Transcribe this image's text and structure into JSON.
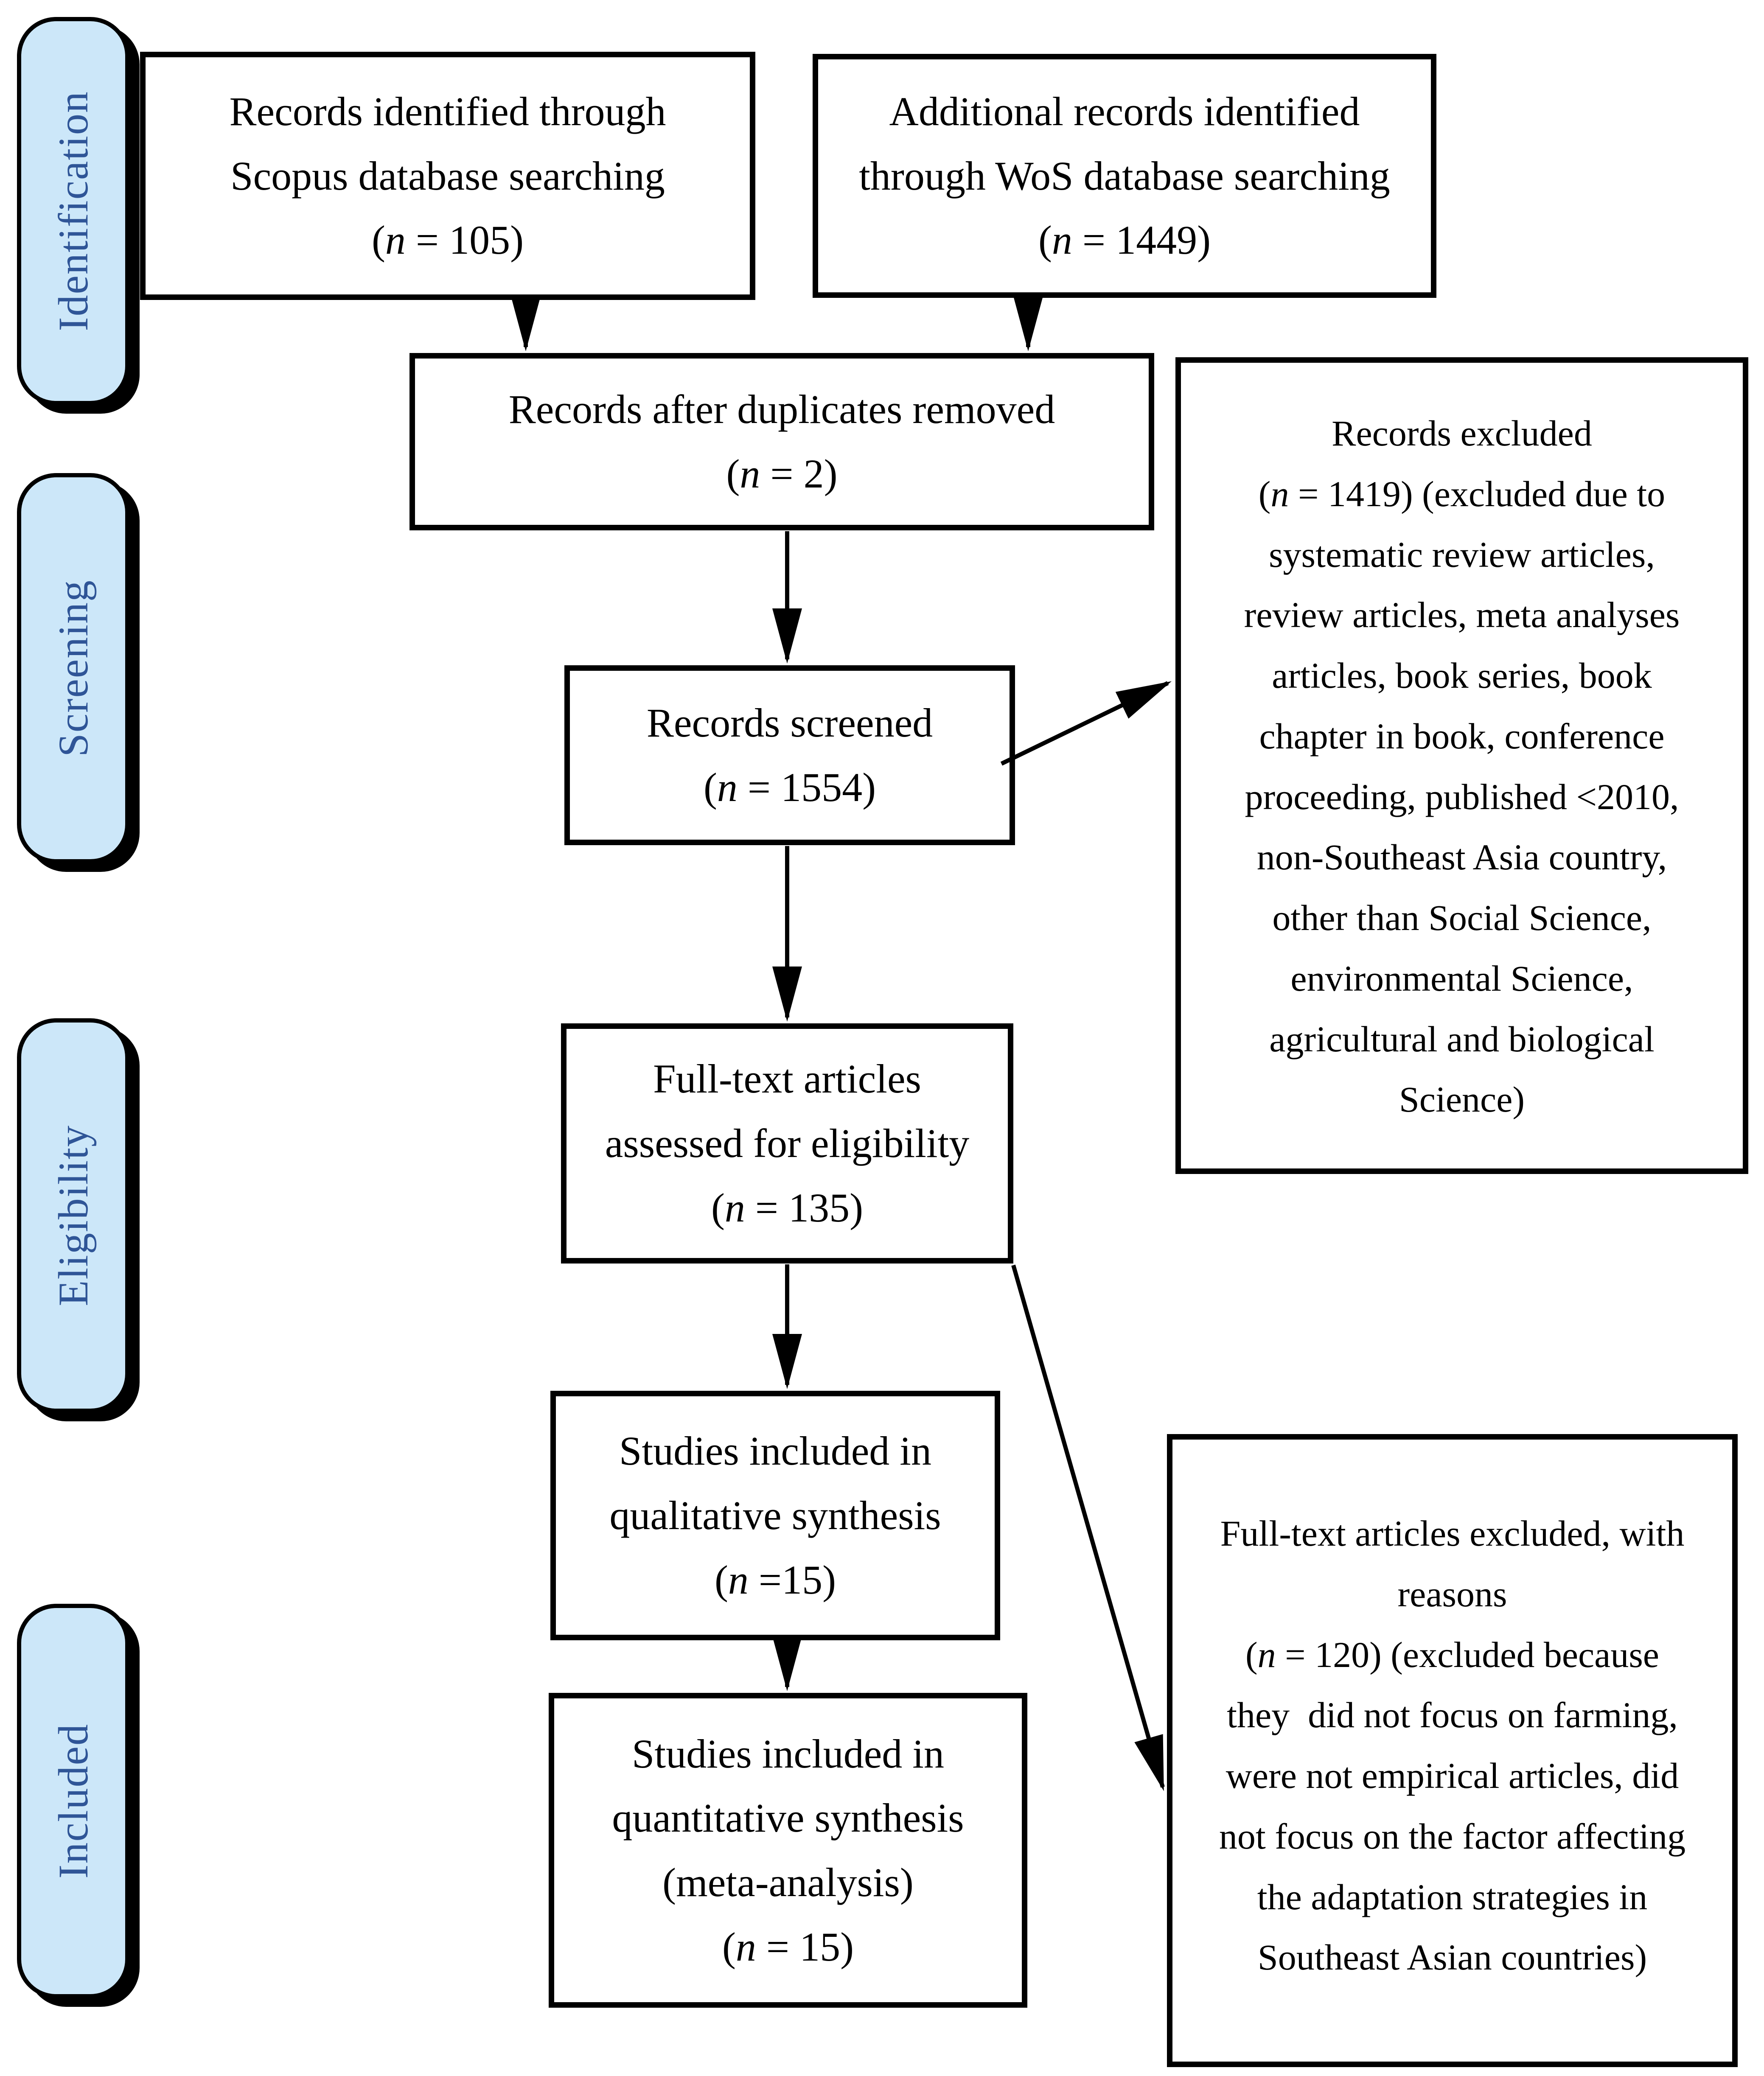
{
  "figure": {
    "type": "prisma-flow-diagram",
    "colors": {
      "stage_fill": "#cce7f9",
      "stage_text": "#2F5597",
      "box_border": "#000000",
      "background": "#ffffff"
    },
    "stages": [
      {
        "label": "Identification"
      },
      {
        "label": "Screening"
      },
      {
        "label": "Eligibility"
      },
      {
        "label": "Included"
      }
    ],
    "boxes": {
      "scopus": {
        "lines": [
          "Records identified through",
          "Scopus database searching",
          "(n = 105)"
        ]
      },
      "wos": {
        "lines": [
          "Additional records identified",
          "through WoS database searching",
          "(n = 1449)"
        ]
      },
      "duplicates": {
        "lines": [
          "Records after duplicates removed",
          "(n = 2)"
        ]
      },
      "screened": {
        "lines": [
          "Records screened",
          "(n = 1554)"
        ]
      },
      "records_excluded": {
        "lines": [
          "Records excluded",
          "(n = 1419) (excluded due to",
          "systematic review articles,",
          "review articles, meta analyses",
          "articles, book series, book",
          "chapter in book, conference",
          "proceeding, published <2010,",
          "non-Southeast Asia country,",
          "other than Social Science,",
          "environmental Science,",
          "agricultural and biological",
          "Science)"
        ]
      },
      "fulltext_assessed": {
        "lines": [
          "Full-text articles",
          "assessed for eligibility",
          "(n = 135)"
        ]
      },
      "qualitative": {
        "lines": [
          "Studies included in",
          "qualitative synthesis",
          "(n =15)"
        ]
      },
      "quantitative": {
        "lines": [
          "Studies included in",
          "quantitative synthesis",
          "(meta-analysis)",
          "(n = 15)"
        ]
      },
      "fulltext_excluded": {
        "lines": [
          "Full-text articles excluded, with",
          "reasons",
          "(n = 120) (excluded because",
          "they  did not focus on farming,",
          "were not empirical articles, did",
          "not focus on the factor affecting",
          "the adaptation strategies in",
          "Southeast Asian countries)"
        ]
      }
    }
  }
}
